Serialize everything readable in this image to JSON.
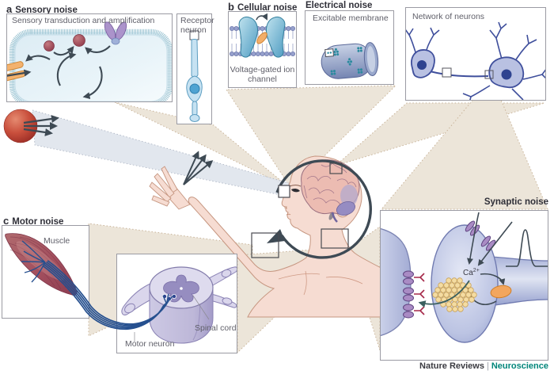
{
  "panel_a": {
    "letter": "a",
    "title": "Sensory noise",
    "transduction_label": "Sensory transduction and amplification",
    "receptor_label": "Receptor neuron"
  },
  "panel_b": {
    "letter": "b",
    "title": "Cellular noise",
    "channel_label": "Voltage-gated ion channel"
  },
  "panel_electrical": {
    "title": "Electrical noise",
    "membrane_label": "Excitable membrane"
  },
  "panel_network": {
    "label": "Network of neurons"
  },
  "panel_synaptic": {
    "title": "Synaptic noise",
    "ca_base": "Ca",
    "ca_sup": "2+"
  },
  "panel_c": {
    "letter": "c",
    "title": "Motor noise",
    "muscle_label": "Muscle",
    "spinal_label": "Spinal cord",
    "motor_label": "Motor neuron"
  },
  "footer": {
    "brand": "Nature Reviews",
    "separator": "|",
    "journal": "Neuroscience"
  },
  "colors": {
    "accent_teal": "#00857a",
    "beige_cone": "#ece5d9",
    "beam_gray": "#e1e6ee",
    "arrow_dark": "#3e4a54",
    "skin": "#f6dcd2",
    "nerve_blue": "#26508f",
    "muscle_red": "#9c4055",
    "neuron_lavender": "#b9c1e2",
    "vesicle_yellow": "#f4dca2",
    "vesicle_outline": "#c9a35c"
  }
}
